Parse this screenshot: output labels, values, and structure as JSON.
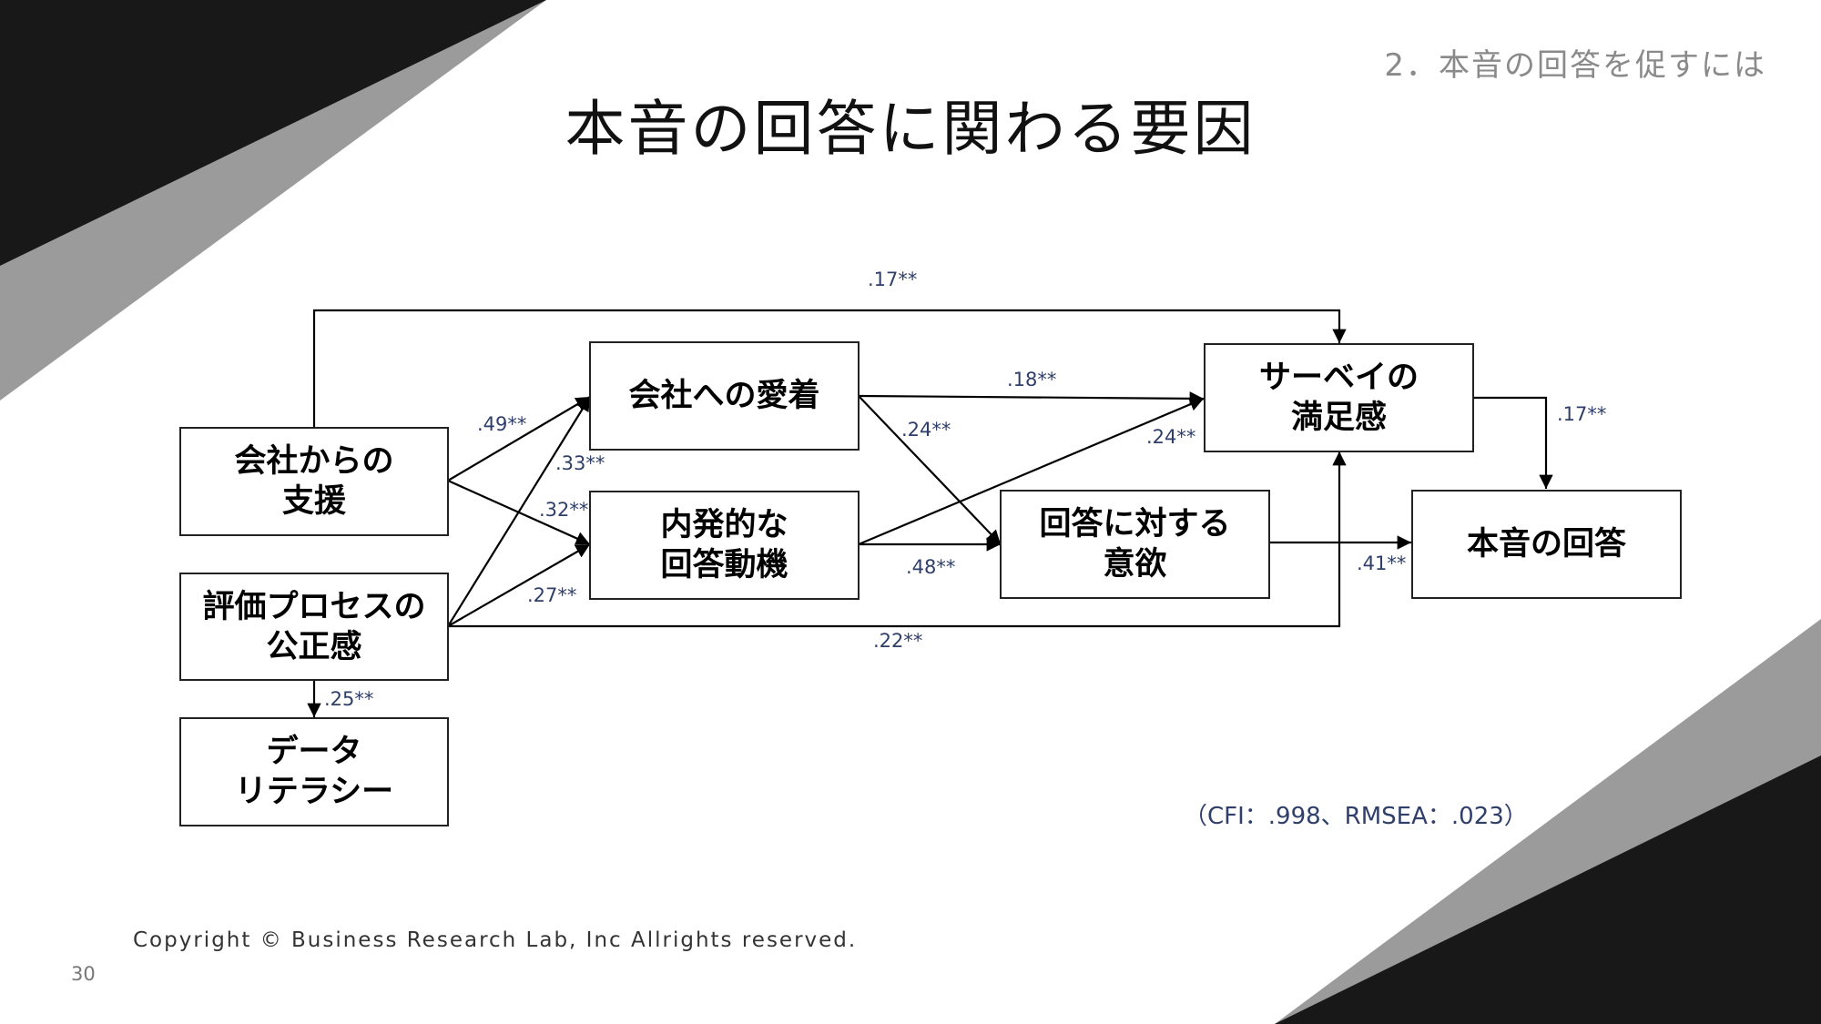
{
  "slide": {
    "section": "2．本音の回答を促すには",
    "title": "本音の回答に関わる要因",
    "fit_note": "（CFI：.998、RMSEA：.023）",
    "copyright": "Copyright © Business Research Lab, Inc Allrights reserved.",
    "page_number": "30"
  },
  "diagram": {
    "nodes": {
      "support": "会社からの\n支援",
      "fairness": "評価プロセスの\n公正感",
      "literacy": "データ\nリテラシー",
      "attachment": "会社への愛着",
      "intrinsic": "内発的な\n回答動機",
      "survey_sat": "サーベイの\n満足感",
      "willingness": "回答に対する\n意欲",
      "honest": "本音の回答"
    },
    "coefficients": {
      "support_to_survey": ".17**",
      "support_to_attachment": ".49**",
      "fairness_to_attachment": ".33**",
      "support_to_intrinsic": ".32**",
      "fairness_to_intrinsic": ".27**",
      "fairness_to_literacy": ".25**",
      "fairness_to_survey": ".22**",
      "attachment_to_survey": ".18**",
      "attachment_to_willingness": ".24**",
      "intrinsic_to_survey": ".24**",
      "intrinsic_to_willingness": ".48**",
      "willingness_to_honest": ".41**",
      "survey_to_honest": ".17**"
    }
  },
  "colors": {
    "decoration_dark": "#181818",
    "decoration_gray": "#9b9b9b",
    "coefficient_text": "#2f3f6a"
  }
}
